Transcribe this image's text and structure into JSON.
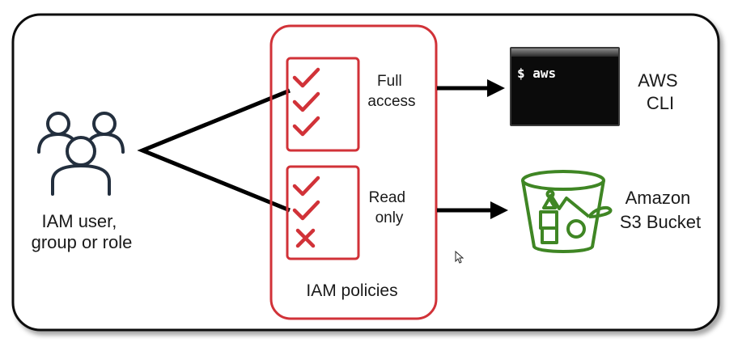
{
  "colors": {
    "frame_border": "#111111",
    "policy_red": "#d13238",
    "connector": "#000000",
    "s3_green": "#3f8624",
    "iam_icon": "#232f3e",
    "terminal_bg": "#0b0b0b",
    "terminal_text": "#ffffff"
  },
  "identity": {
    "icon": "users-group-icon",
    "label_line1": "IAM user,",
    "label_line2": "group or role"
  },
  "policies": {
    "container_label": "IAM policies",
    "items": [
      {
        "label_line1": "Full",
        "label_line2": "access",
        "marks": [
          "check-icon",
          "check-icon",
          "check-icon"
        ]
      },
      {
        "label_line1": "Read",
        "label_line2": "only",
        "marks": [
          "check-icon",
          "check-icon",
          "cross-icon"
        ]
      }
    ]
  },
  "targets": {
    "cli": {
      "icon": "terminal-icon",
      "prompt_text": "$ aws",
      "label_line1": "AWS",
      "label_line2": "CLI"
    },
    "s3": {
      "icon": "s3-bucket-icon",
      "label_line1": "Amazon",
      "label_line2": "S3 Bucket"
    }
  },
  "cursor": {
    "icon": "mouse-pointer-icon"
  }
}
